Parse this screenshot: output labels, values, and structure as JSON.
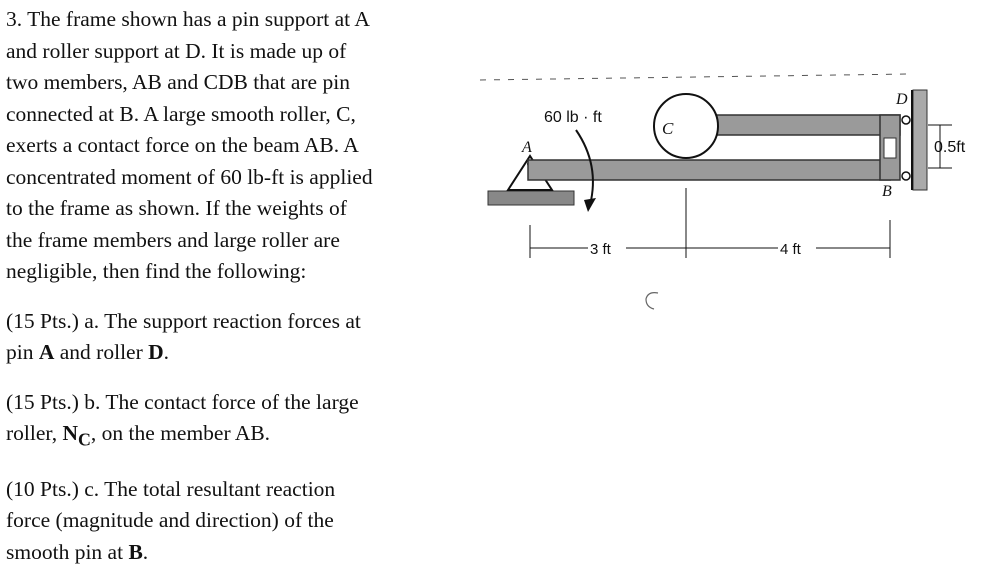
{
  "problem": {
    "intro_lines": [
      "3. The frame shown has a pin support at A",
      "and roller support at D.  It is made up of",
      "two members, AB and CDB that are pin",
      "connected at B.  A large smooth roller, C,",
      "exerts a contact force on the beam AB.  A",
      "concentrated moment of 60 lb-ft is applied",
      "to the frame as shown.  If the weights of",
      "the frame members and large roller are",
      "negligible, then find the following:"
    ],
    "part_a": {
      "line1": "(15 Pts.) a. The support reaction forces at",
      "line2_prefix": "pin ",
      "line2_A": "A",
      "line2_mid": " and roller ",
      "line2_D": "D",
      "line2_end": "."
    },
    "part_b": {
      "line1": "(15 Pts.) b. The contact force of the large",
      "line2_prefix": "roller, ",
      "line2_N": "N",
      "line2_sub": "C",
      "line2_end": ", on the member AB."
    },
    "part_c": {
      "line1": "(10 Pts.) c. The total resultant reaction",
      "line2": "force (magnitude and direction) of the",
      "line3_prefix": "smooth pin at ",
      "line3_B": "B",
      "line3_end": "."
    }
  },
  "figure": {
    "moment_label": "60 lb · ft",
    "label_A": "A",
    "label_B": "B",
    "label_C": "C",
    "label_D": "D",
    "dim_3ft": "3 ft",
    "dim_4ft": "4 ft",
    "dim_half": "0.5ft"
  }
}
